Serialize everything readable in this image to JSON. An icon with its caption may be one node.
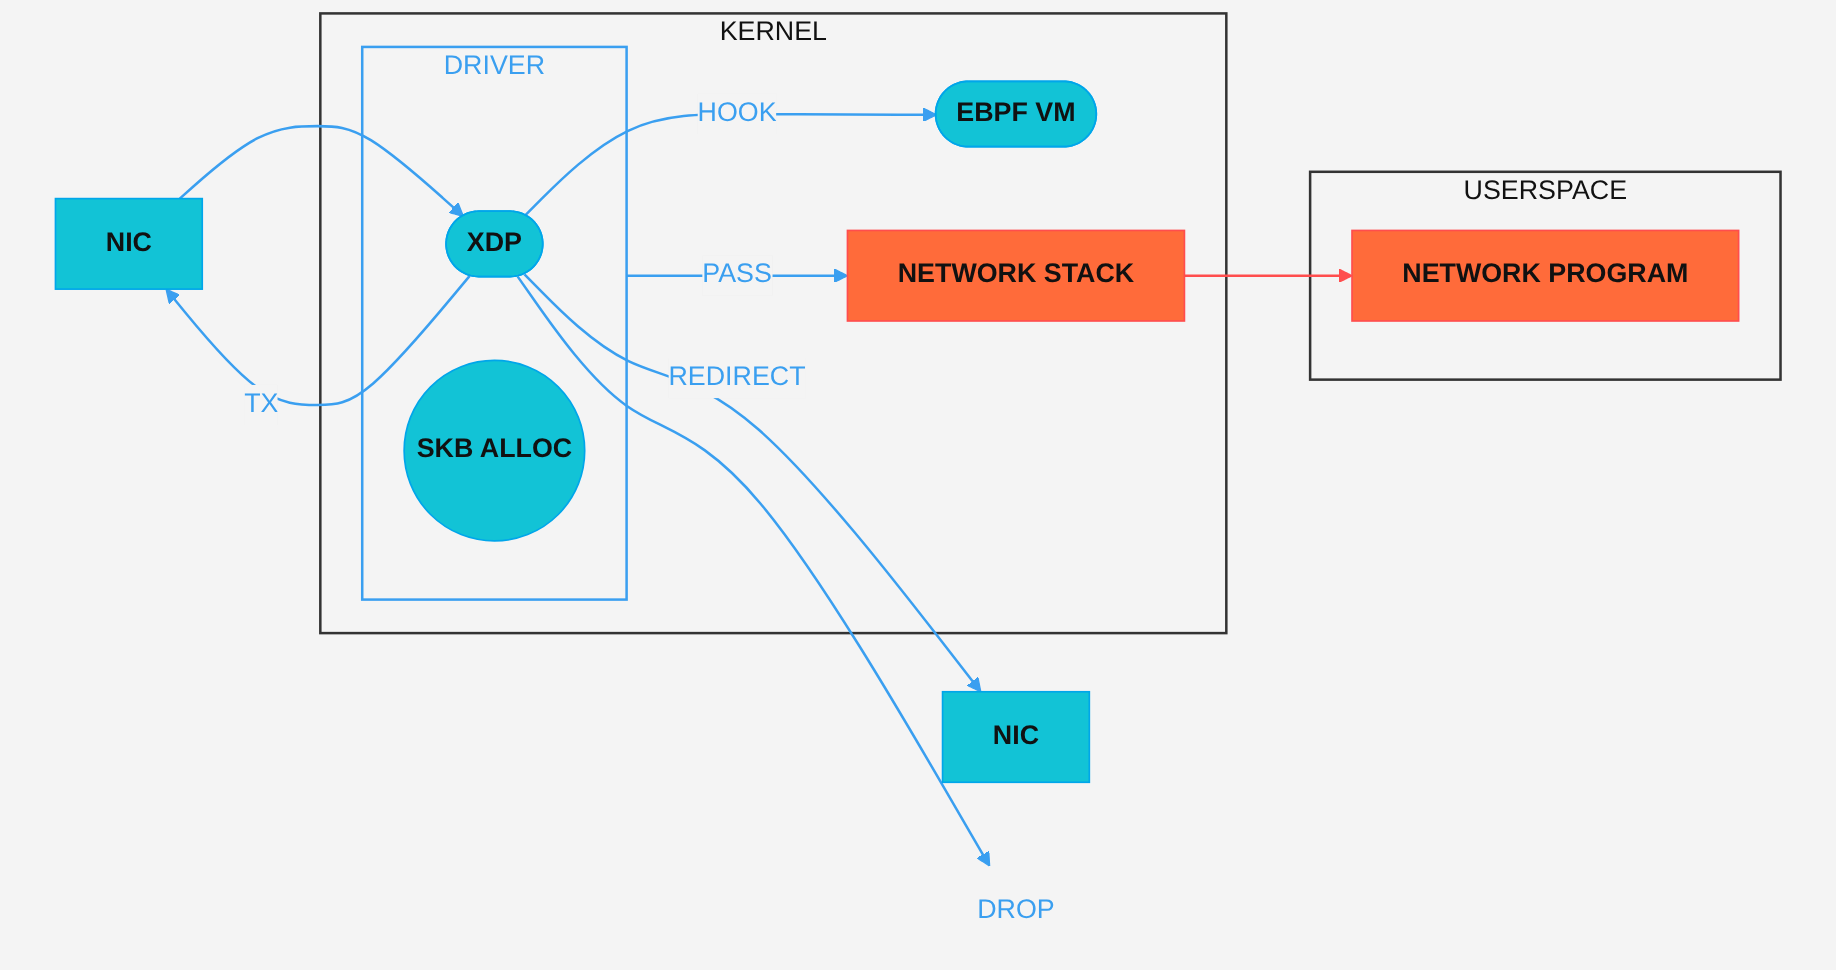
{
  "diagram": {
    "nodes": [
      {
        "text": [
          "NIC"
        ]
      },
      {
        "text": [
          "USERSPACE"
        ]
      },
      {
        "text": [
          "NETWORK PROGRAM"
        ],
        "in": 1
      },
      {
        "text": [
          "KERNEL"
        ]
      },
      {
        "text": [
          "EBPF VM"
        ],
        "in": 3
      },
      {
        "text": [
          "DRIVER"
        ],
        "in": 3
      },
      {
        "text": [
          "XDP"
        ],
        "in": 5
      },
      {
        "text": [
          "SKB ALLOC"
        ],
        "in": 5
      },
      {
        "text": [
          "NETWORK STACK"
        ],
        "in": 3
      },
      {
        "text": [
          "NIC"
        ]
      },
      {
        "text": [
          "DROP"
        ]
      }
    ],
    "edges": [
      {
        "from": 0,
        "to": 6,
        "arrow": "to"
      },
      {
        "from": 6,
        "to": 0,
        "arrow": "to",
        "label": "TX"
      },
      {
        "from": 6,
        "to": 4,
        "arrow": "to",
        "label": "HOOK"
      },
      {
        "from": 5,
        "to": 8,
        "arrow": "to",
        "label": "PASS"
      },
      {
        "from": 8,
        "to": 2,
        "arrow": "to",
        "color": "#ff4d4d"
      },
      {
        "from": 6,
        "to": 9,
        "arrow": "to",
        "label": "REDIRECT"
      },
      {
        "from": 6,
        "to": 10,
        "arrow": "to"
      }
    ]
  }
}
